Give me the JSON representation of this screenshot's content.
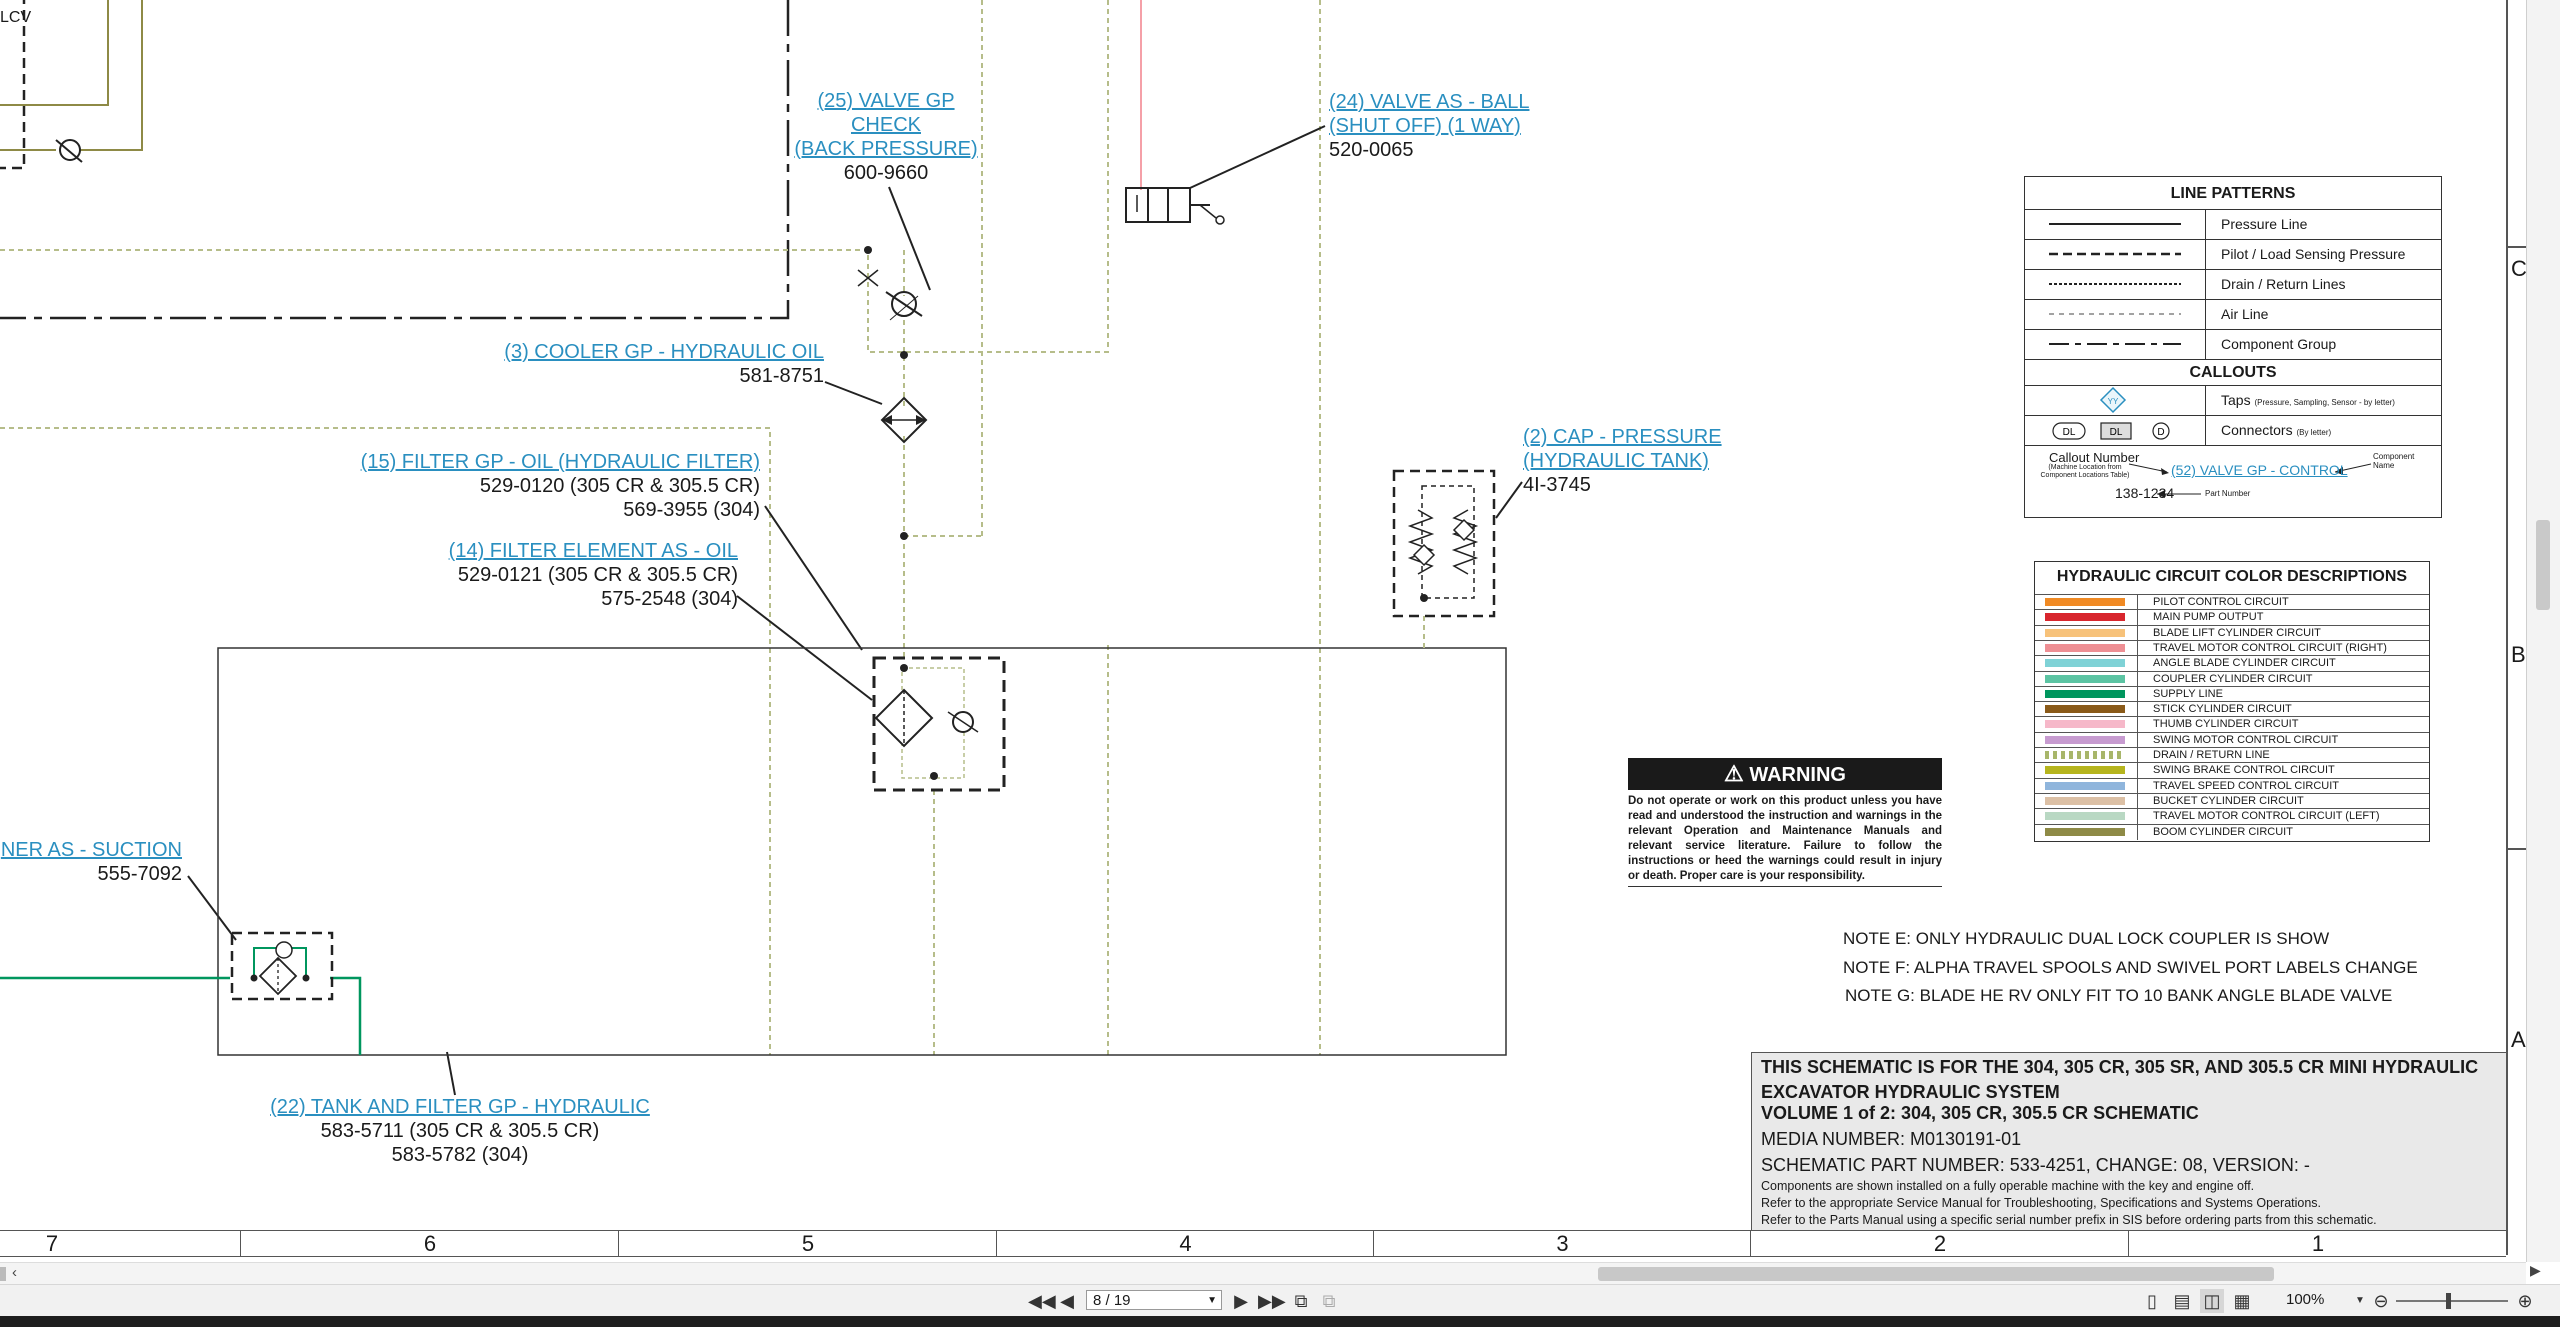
{
  "callouts": {
    "c25": {
      "title": [
        "(25) VALVE GP",
        "CHECK",
        "(BACK PRESSURE)"
      ],
      "part": "600-9660"
    },
    "c24": {
      "title": [
        "(24) VALVE AS - BALL",
        "(SHUT OFF) (1 WAY)"
      ],
      "part": "520-0065"
    },
    "c3": {
      "title": "(3) COOLER GP - HYDRAULIC OIL",
      "part": "581-8751"
    },
    "c15": {
      "title": "(15) FILTER GP - OIL (HYDRAULIC FILTER)",
      "parts": [
        "529-0120 (305 CR & 305.5 CR)",
        "569-3955 (304)"
      ]
    },
    "c14": {
      "title": "(14) FILTER ELEMENT AS - OIL",
      "parts": [
        "529-0121 (305 CR & 305.5 CR)",
        "575-2548 (304)"
      ]
    },
    "c2": {
      "title": [
        "(2) CAP - PRESSURE",
        "(HYDRAULIC TANK)"
      ],
      "part": "4I-3745"
    },
    "cstr": {
      "title": "NER AS - SUCTION",
      "part": "555-7092"
    },
    "c22": {
      "title": "(22) TANK AND FILTER GP - HYDRAULIC",
      "parts": [
        "583-5711 (305 CR & 305.5 CR)",
        "583-5782 (304)"
      ]
    },
    "lcv": "LCV"
  },
  "legend": {
    "line_patterns_title": "LINE PATTERNS",
    "line_patterns": [
      "Pressure Line",
      "Pilot / Load Sensing Pressure",
      "Drain / Return Lines",
      "Air Line",
      "Component Group"
    ],
    "callouts_title": "CALLOUTS",
    "taps_label": "Taps",
    "taps_note": "(Pressure, Sampling, Sensor - by letter)",
    "tap_symbol": "YY",
    "connectors_label": "Connectors",
    "connectors_note": "(By letter)",
    "connector_symbols": [
      "DL",
      "DL",
      "D"
    ],
    "callout_number_label": "Callout Number",
    "callout_number_note": [
      "(Machine Location from",
      "Component Locations Table)"
    ],
    "example_callout": "(52) VALVE GP - CONTROL",
    "component_name_label": [
      "Component",
      "Name"
    ],
    "example_part": "138-1234",
    "part_number_label": "Part Number"
  },
  "color_table": {
    "title": "HYDRAULIC CIRCUIT COLOR DESCRIPTIONS",
    "rows": [
      {
        "color": "#f08a24",
        "label": "PILOT CONTROL CIRCUIT"
      },
      {
        "color": "#d8262d",
        "label": "MAIN PUMP OUTPUT"
      },
      {
        "color": "#f7c27a",
        "label": "BLADE LIFT CYLINDER CIRCUIT"
      },
      {
        "color": "#ee8f94",
        "label": "TRAVEL MOTOR CONTROL CIRCUIT (RIGHT)"
      },
      {
        "color": "#7fd2d6",
        "label": "ANGLE BLADE CYLINDER CIRCUIT"
      },
      {
        "color": "#5cc4a3",
        "label": "COUPLER CYLINDER CIRCUIT"
      },
      {
        "color": "#00965e",
        "label": "SUPPLY LINE"
      },
      {
        "color": "#8a5a19",
        "label": "STICK CYLINDER CIRCUIT"
      },
      {
        "color": "#f6b8c9",
        "label": "THUMB CYLINDER CIRCUIT"
      },
      {
        "color": "#c79bd0",
        "label": "SWING MOTOR CONTROL CIRCUIT"
      },
      {
        "color": "#a8b66a",
        "label": "DRAIN / RETURN LINE"
      },
      {
        "color": "#b6b51e",
        "label": "SWING BRAKE CONTROL CIRCUIT"
      },
      {
        "color": "#8fb5dc",
        "label": "TRAVEL SPEED CONTROL CIRCUIT"
      },
      {
        "color": "#dcc0a5",
        "label": "BUCKET CYLINDER CIRCUIT"
      },
      {
        "color": "#b9d8c3",
        "label": "TRAVEL MOTOR CONTROL CIRCUIT (LEFT)"
      },
      {
        "color": "#8e8a46",
        "label": "BOOM CYLINDER CIRCUIT"
      }
    ]
  },
  "warning": {
    "header": "WARNING",
    "text": "Do not operate or work on this product unless you have read and understood the instruction and warnings in the relevant Operation and Maintenance Manuals and relevant service literature. Failure to follow the instructions or heed the warnings could result in injury or death. Proper care is your responsibility."
  },
  "notes": [
    "NOTE E: ONLY HYDRAULIC DUAL LOCK COUPLER IS SHOW",
    "NOTE F: ALPHA TRAVEL SPOOLS AND SWIVEL PORT LABELS CHANGE",
    "NOTE G: BLADE HE RV ONLY FIT TO 10 BANK ANGLE BLADE VALVE"
  ],
  "title_block": {
    "line1": "THIS SCHEMATIC IS FOR THE 304, 305 CR, 305 SR, AND 305.5 CR MINI HYDRAULIC EXCAVATOR HYDRAULIC SYSTEM",
    "line2": "VOLUME 1 of 2: 304, 305 CR, 305.5 CR SCHEMATIC",
    "media": "MEDIA NUMBER: M0130191-01",
    "part": "SCHEMATIC PART NUMBER: 533-4251, CHANGE: 08, VERSION: -",
    "s1": "Components are shown installed on a fully operable machine with the key and engine off.",
    "s2": "Refer to the appropriate Service Manual for Troubleshooting, Specifications and Systems Operations.",
    "s3": "Refer to the Parts Manual using a specific serial number prefix in SIS before ordering parts from this schematic."
  },
  "grid": {
    "zones": [
      "7",
      "6",
      "5",
      "4",
      "3",
      "2",
      "1"
    ],
    "rows": [
      "C",
      "B",
      "A"
    ]
  },
  "viewer": {
    "page": "8 / 19",
    "zoom": "100%"
  }
}
